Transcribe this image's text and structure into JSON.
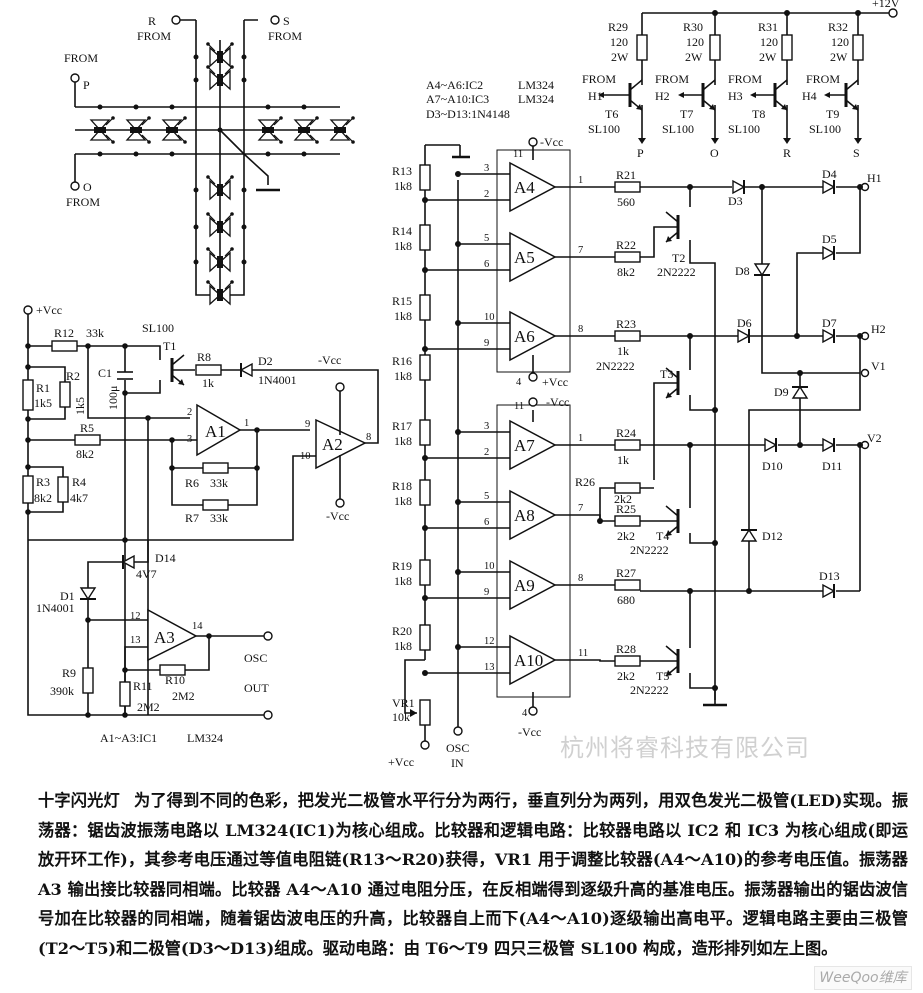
{
  "title": "十字闪光灯",
  "description": "为了得到不同的色彩，把发光二极管水平行分为两行，垂直列分为两列，用双色发光二极管(LED)实现。振荡器：锯齿波振荡电路以 LM324(IC1)为核心组成。比较器和逻辑电路：比较器电路以 IC2 和 IC3 为核心组成(即运放开环工作)，其参考电压通过等值电阻链(R13～R20)获得，VR1 用于调整比较器(A4～A10)的参考电压值。振荡器 A3 输出接比较器同相端。比较器 A4～A10 通过电阻分压，在反相端得到逐级升高的基准电压。振荡器输出的锯齿波信号加在比较器的同相端，随着锯齿波电压的升高，比较器自上而下(A4～A10)逐级输出高电平。逻辑电路主要由三极管(T2～T5)和二极管(D3～D13)组成。驱动电路：由 T6～T9 四只三极管 SL100 构成，造形排列如左上图。",
  "watermark": "杭州将睿科技有限公司",
  "logo": "WeeQoo维库",
  "led_cross": {
    "from": "FROM",
    "terminals": [
      "P",
      "O",
      "R",
      "S"
    ]
  },
  "driver": {
    "supply": "+12V",
    "from": "FROM",
    "stages": [
      {
        "res": "R29",
        "val": "120",
        "pwr": "2W",
        "in": "H1",
        "tr": "T6",
        "type": "SL100",
        "out": "P"
      },
      {
        "res": "R30",
        "val": "120",
        "pwr": "2W",
        "in": "H2",
        "tr": "T7",
        "type": "SL100",
        "out": "O"
      },
      {
        "res": "R31",
        "val": "120",
        "pwr": "2W",
        "in": "H3",
        "tr": "T8",
        "type": "SL100",
        "out": "R"
      },
      {
        "res": "R32",
        "val": "120",
        "pwr": "2W",
        "in": "H4",
        "tr": "T9",
        "type": "SL100",
        "out": "S"
      }
    ]
  },
  "notes": {
    "ic2": "A4~A6:IC2",
    "ic2_type": "LM324",
    "ic3": "A7~A10:IC3",
    "ic3_type": "LM324",
    "diodes": "D3~D13:1N4148",
    "ic1": "A1~A3:IC1",
    "ic1_type": "LM324"
  },
  "oscillator": {
    "vcc_pos": "+Vcc",
    "vcc_neg": "-Vcc",
    "vcc_neg2": "-Vcc",
    "R12": "R12",
    "R12v": "33k",
    "R1": "R1",
    "R1v": "1k5",
    "R2": "R2",
    "R2v": "1k5",
    "R3": "R3",
    "R3v": "8k2",
    "R4": "R4",
    "R4v": "4k7",
    "R5": "R5",
    "R5v": "8k2",
    "R6": "R6",
    "R6v": "33k",
    "R7": "R7",
    "R7v": "33k",
    "R8": "R8",
    "R8v": "1k",
    "C1": "C1",
    "C1v": "100μ",
    "T1": "T1",
    "T1type": "SL100",
    "D2": "D2",
    "D2type": "1N4001",
    "D1": "D1",
    "D1type": "1N4001",
    "D14": "D14",
    "D14v": "4V7",
    "R9": "R9",
    "R9v": "390k",
    "R10": "R10",
    "R10v": "2M2",
    "R11": "R11",
    "R11v": "2M2",
    "A1": "A1",
    "A2": "A2",
    "A3": "A3",
    "osc": "OSC",
    "out": "OUT",
    "pins": {
      "a1m": "2",
      "a1p": "3",
      "a1o": "1",
      "a2m": "9",
      "a2p": "10",
      "a2o": "8",
      "a3p": "12",
      "a3m": "13",
      "a3o": "14"
    }
  },
  "comparators": {
    "vcc_neg": "-Vcc",
    "vcc_pos": "+Vcc",
    "osc_in_1": "OSC",
    "osc_in_2": "IN",
    "vr1": "VR1",
    "vr1v": "10k",
    "ladder": [
      {
        "n": "R13",
        "v": "1k8"
      },
      {
        "n": "R14",
        "v": "1k8"
      },
      {
        "n": "R15",
        "v": "1k8"
      },
      {
        "n": "R16",
        "v": "1k8"
      },
      {
        "n": "R17",
        "v": "1k8"
      },
      {
        "n": "R18",
        "v": "1k8"
      },
      {
        "n": "R19",
        "v": "1k8"
      },
      {
        "n": "R20",
        "v": "1k8"
      }
    ],
    "amps": [
      {
        "n": "A4",
        "p": "3",
        "m": "2",
        "o": "1",
        "r": "R21",
        "rv": "560"
      },
      {
        "n": "A5",
        "p": "5",
        "m": "6",
        "o": "7",
        "r": "R22",
        "rv": "8k2"
      },
      {
        "n": "A6",
        "p": "10",
        "m": "9",
        "o": "8",
        "r": "R23",
        "rv": "1k"
      },
      {
        "n": "A7",
        "p": "3",
        "m": "2",
        "o": "1",
        "r": "R24",
        "rv": "1k"
      },
      {
        "n": "A8",
        "p": "5",
        "m": "6",
        "o": "7",
        "r": "R25",
        "rv": "2k2"
      },
      {
        "n": "A9",
        "p": "10",
        "m": "9",
        "o": "8",
        "r": "R27",
        "rv": "680"
      },
      {
        "n": "A10",
        "p": "12",
        "m": "13",
        "o": "11",
        "r": "R28",
        "rv": "2k2"
      }
    ],
    "pin11a": "11",
    "pin4a": "4",
    "pin11b": "11",
    "pin4b": "4",
    "R26": "R26",
    "R26v": "2k2"
  },
  "logic": {
    "transistors": [
      {
        "n": "T2",
        "type": "2N2222"
      },
      {
        "n": "T3",
        "type": "2N2222"
      },
      {
        "n": "T4",
        "type": "2N2222"
      },
      {
        "n": "T5",
        "type": "2N2222"
      }
    ],
    "diodes": [
      "D3",
      "D4",
      "D5",
      "D6",
      "D7",
      "D8",
      "D9",
      "D10",
      "D11",
      "D12",
      "D13"
    ],
    "outputs": [
      "H1",
      "H2",
      "V1",
      "V2"
    ]
  }
}
